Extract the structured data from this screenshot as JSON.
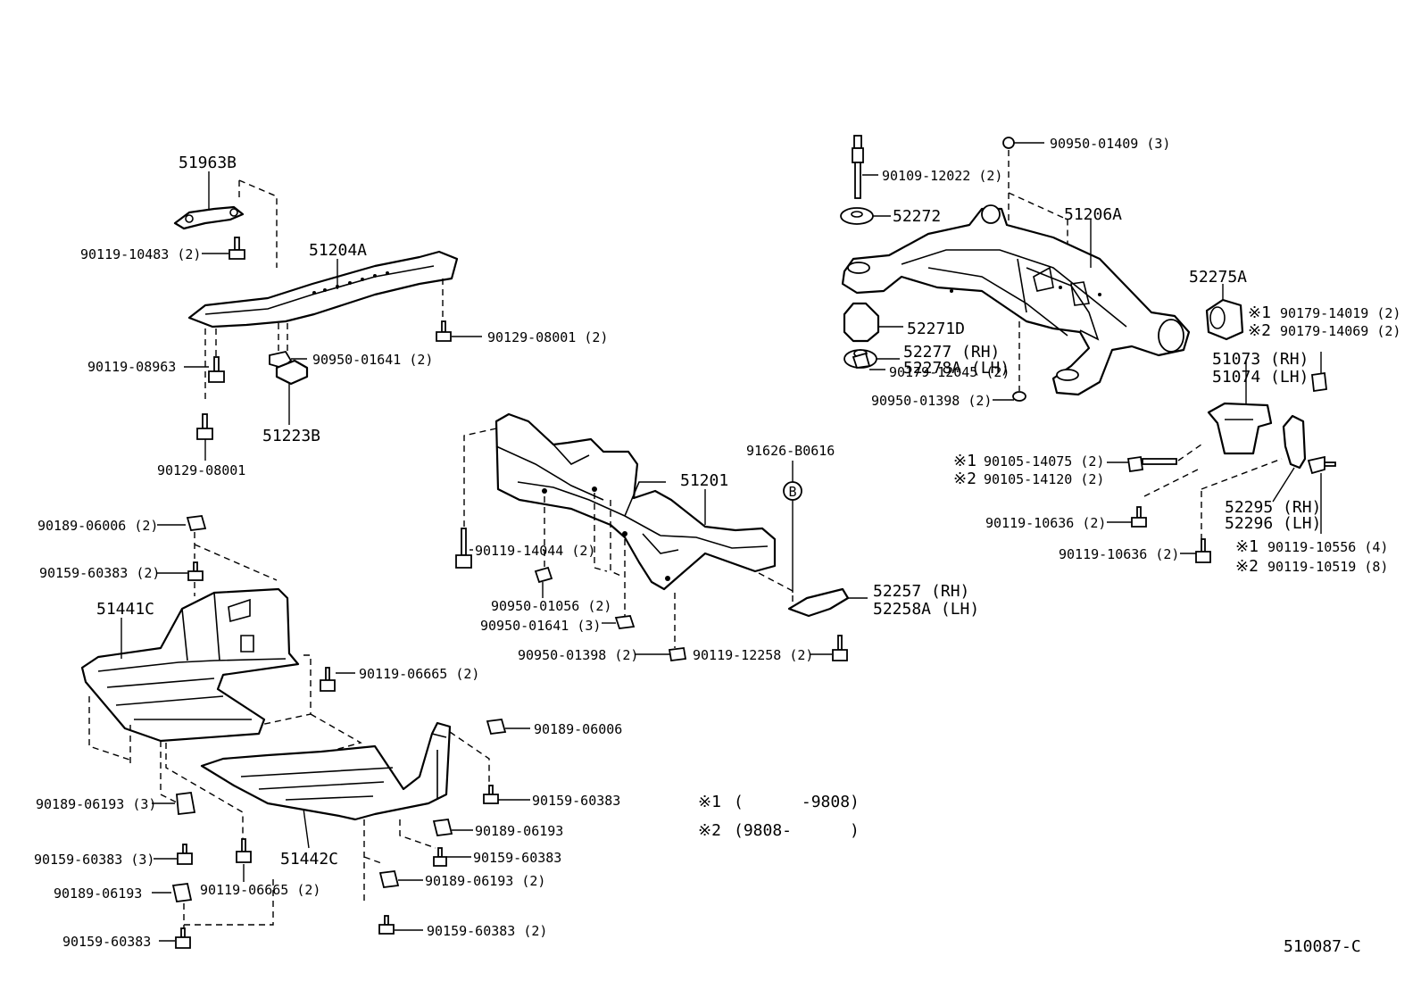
{
  "diagram": {
    "reference_code": "510087-C",
    "notes": [
      {
        "mark": "※1",
        "text": "(      -9808)"
      },
      {
        "mark": "※2",
        "text": "(9808-      )"
      }
    ],
    "labels": {
      "p51963B": "51963B",
      "p90119_10483": "90119-10483 (2)",
      "p51204A": "51204A",
      "p90129_08001_2": "90129-08001 (2)",
      "p90119_08963": "90119-08963",
      "p90950_01641_2": "90950-01641 (2)",
      "p51223B": "51223B",
      "p90129_08001": "90129-08001",
      "p90189_06006_2": "90189-06006 (2)",
      "p90159_60383_2a": "90159-60383 (2)",
      "p51441C": "51441C",
      "p90119_06665_2a": "90119-06665 (2)",
      "p90189_06006": "90189-06006",
      "p90159_60383a": "90159-60383",
      "p90189_06193a": "90189-06193",
      "p90159_60383b": "90159-60383",
      "p90189_06193_2": "90189-06193 (2)",
      "p90159_60383_2b": "90159-60383 (2)",
      "p90189_06193_3": "90189-06193 (3)",
      "p90159_60383_3": "90159-60383 (3)",
      "p90189_06193b": "90189-06193",
      "p90119_06665_2b": "90119-06665 (2)",
      "p90159_60383c": "90159-60383",
      "p51442C": "51442C",
      "p51201": "51201",
      "p91626_B0616": "91626-B0616",
      "p90119_14044": "90119-14044 (2)",
      "p90950_01056": "90950-01056 (2)",
      "p90950_01641_3": "90950-01641 (3)",
      "p90950_01398_2a": "90950-01398 (2)",
      "p90119_12258": "90119-12258 (2)",
      "p52257": "52257  (RH)",
      "p52258A": "52258A (LH)",
      "p90950_01409": "90950-01409 (3)",
      "p90109_12022": "90109-12022 (2)",
      "p52272": "52272",
      "p51206A": "51206A",
      "p52275A": "52275A",
      "p90179_14019": "90179-14019 (2)",
      "p90179_14069": "90179-14069 (2)",
      "p52271D": "52271D",
      "p52277": "52277  (RH)",
      "p52278A": "52278A (LH)",
      "p51073": "51073 (RH)",
      "p51074": "51074 (LH)",
      "p90179_12045": "90179-12045 (2)",
      "p90950_01398_2b": "90950-01398 (2)",
      "p90105_14075": "90105-14075 (2)",
      "p90105_14120": "90105-14120 (2)",
      "p90119_10636a": "90119-10636 (2)",
      "p90119_10636b": "90119-10636 (2)",
      "p52295": "52295 (RH)",
      "p52296": "52296 (LH)",
      "p90119_10556": "90119-10556 (4)",
      "p90119_10519": "90119-10519 (8)",
      "mark1": "※1",
      "mark2": "※2",
      "bubbleB": "B"
    }
  }
}
